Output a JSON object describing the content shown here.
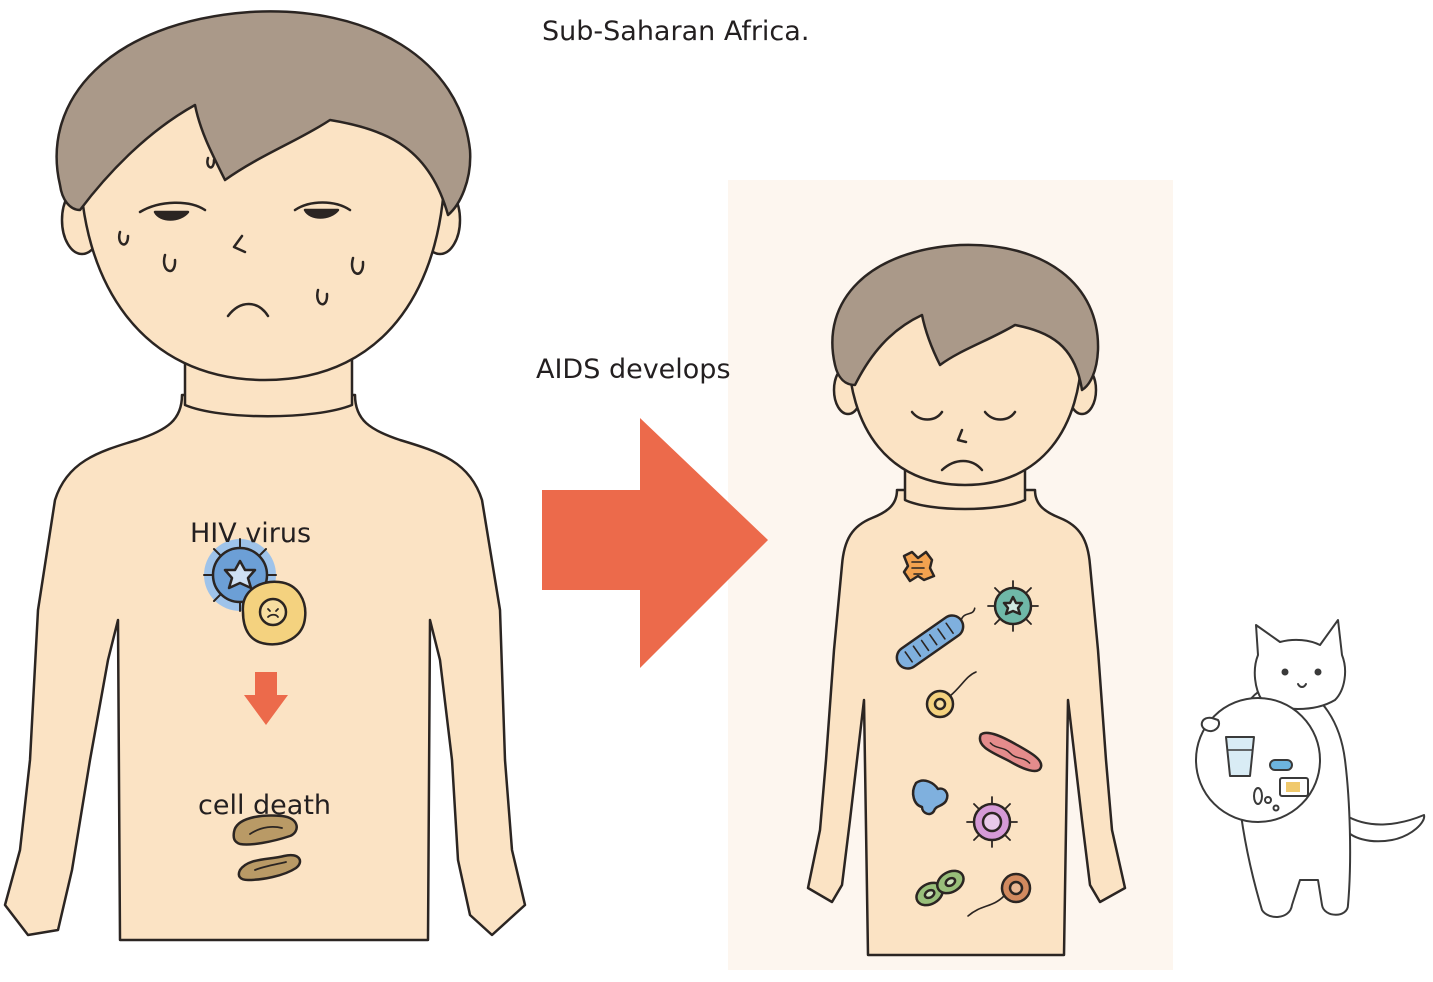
{
  "caption": {
    "fragment": "Sub-Saharan Africa."
  },
  "labels": {
    "hiv_virus": "HIV virus",
    "cell_death": "cell death",
    "aids_develops": "AIDS develops"
  },
  "colors": {
    "skin": "#fbe3c4",
    "hair": "#aa9989",
    "outline": "#2b2522",
    "arrow": "#ec6a4b",
    "hiv_blue": "#6c9fd6",
    "cell_yellow": "#f4d27f",
    "dead_cell": "#b99a66",
    "panel_bg": "#fdf5ee"
  }
}
